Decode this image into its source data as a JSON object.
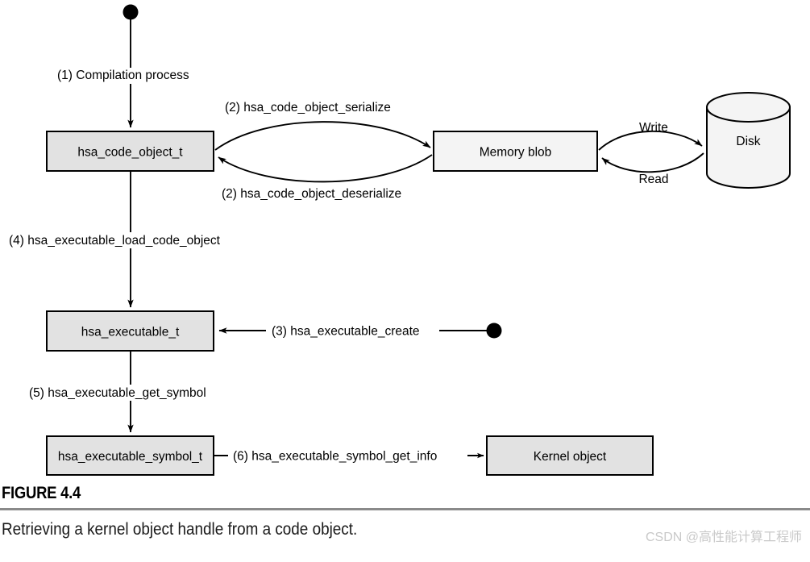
{
  "figure": {
    "heading": "FIGURE 4.4",
    "caption": "Retrieving a kernel object handle from a code object.",
    "watermark": "CSDN @高性能计算工程师"
  },
  "colors": {
    "node_fill_gray": "#e2e2e2",
    "node_fill_light": "#f4f4f4",
    "stroke": "#000000",
    "rule": "#8a8a8a",
    "watermark": "#c9c9c9",
    "background": "#ffffff"
  },
  "nodes": [
    {
      "id": "start_top",
      "type": "start-dot",
      "label": ""
    },
    {
      "id": "hsa_code_object_t",
      "type": "box",
      "label": "hsa_code_object_t"
    },
    {
      "id": "memory_blob",
      "type": "box",
      "label": "Memory blob"
    },
    {
      "id": "disk",
      "type": "cylinder",
      "label": "Disk"
    },
    {
      "id": "hsa_executable_t",
      "type": "box",
      "label": "hsa_executable_t"
    },
    {
      "id": "start_executable",
      "type": "start-dot",
      "label": ""
    },
    {
      "id": "hsa_executable_symbol_t",
      "type": "box",
      "label": "hsa_executable_symbol_t"
    },
    {
      "id": "kernel_object",
      "type": "box",
      "label": "Kernel object"
    }
  ],
  "edges": [
    {
      "id": "e1",
      "from": "start_top",
      "to": "hsa_code_object_t",
      "label": "(1) Compilation process",
      "shape": "straight-down"
    },
    {
      "id": "e2",
      "from": "hsa_code_object_t",
      "to": "memory_blob",
      "label": "(2) hsa_code_object_serialize",
      "shape": "curve-up"
    },
    {
      "id": "e3",
      "from": "memory_blob",
      "to": "hsa_code_object_t",
      "label": "(2) hsa_code_object_deserialize",
      "shape": "curve-down"
    },
    {
      "id": "e4",
      "from": "memory_blob",
      "to": "disk",
      "label": "Write",
      "shape": "curve-up"
    },
    {
      "id": "e5",
      "from": "disk",
      "to": "memory_blob",
      "label": "Read",
      "shape": "curve-down"
    },
    {
      "id": "e6",
      "from": "hsa_code_object_t",
      "to": "hsa_executable_t",
      "label": "(4) hsa_executable_load_code_object",
      "shape": "straight-down"
    },
    {
      "id": "e7",
      "from": "start_executable",
      "to": "hsa_executable_t",
      "label": "(3) hsa_executable_create",
      "shape": "straight-left"
    },
    {
      "id": "e8",
      "from": "hsa_executable_t",
      "to": "hsa_executable_symbol_t",
      "label": "(5) hsa_executable_get_symbol",
      "shape": "straight-down"
    },
    {
      "id": "e9",
      "from": "hsa_executable_symbol_t",
      "to": "kernel_object",
      "label": "(6) hsa_executable_symbol_get_info",
      "shape": "straight-right"
    }
  ]
}
